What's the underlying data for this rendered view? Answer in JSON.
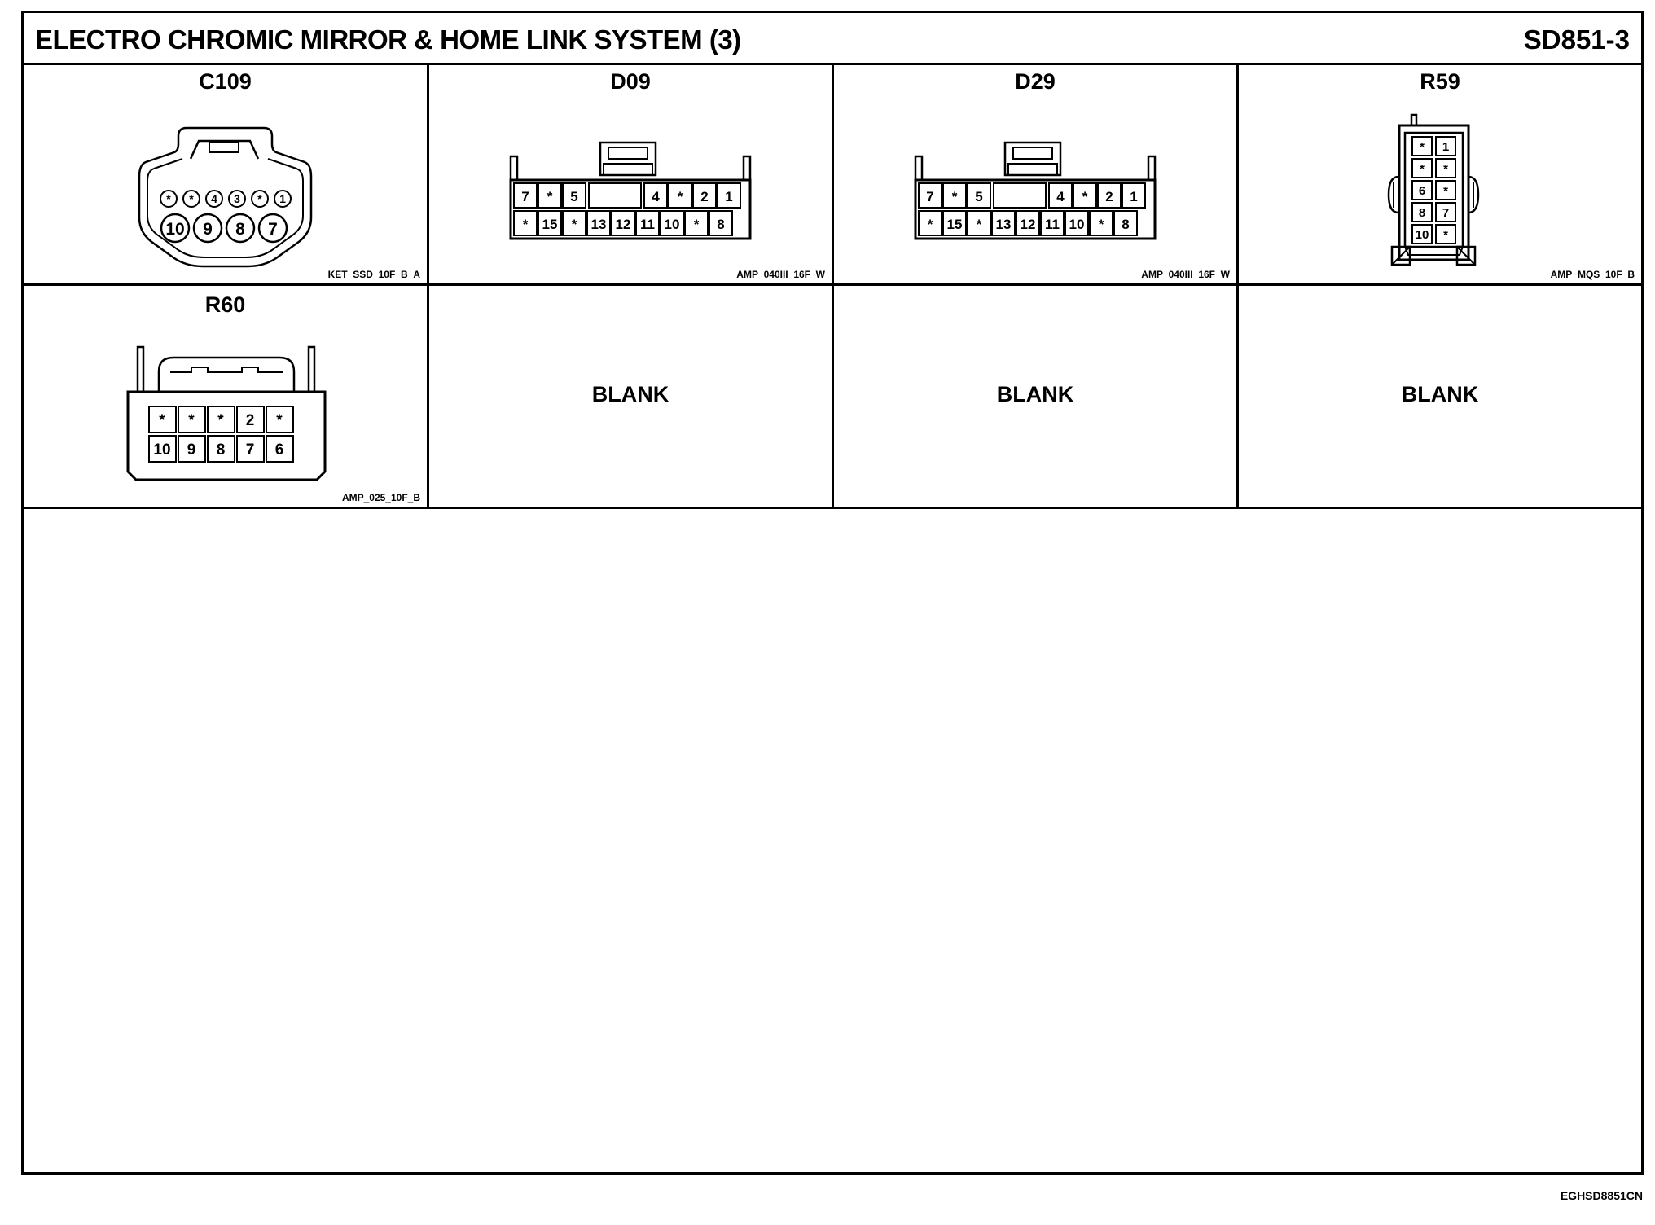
{
  "header": {
    "title": "ELECTRO CHROMIC MIRROR & HOME LINK SYSTEM (3)",
    "code": "SD851-3"
  },
  "connectors": [
    {
      "name": "C109",
      "type": "KET_SSD_10F_B_A",
      "top_pins": [
        "*",
        "*",
        "4",
        "3",
        "*",
        "1"
      ],
      "bottom_pins": [
        "10",
        "9",
        "8",
        "7"
      ]
    },
    {
      "name": "D09",
      "type": "AMP_040III_16F_W",
      "top_left_pins": [
        "7",
        "*",
        "5"
      ],
      "top_right_pins": [
        "4",
        "*",
        "2",
        "1"
      ],
      "bottom_pins": [
        "*",
        "15",
        "*",
        "13",
        "12",
        "11",
        "10",
        "*",
        "8"
      ]
    },
    {
      "name": "D29",
      "type": "AMP_040III_16F_W",
      "top_left_pins": [
        "7",
        "*",
        "5"
      ],
      "top_right_pins": [
        "4",
        "*",
        "2",
        "1"
      ],
      "bottom_pins": [
        "*",
        "15",
        "*",
        "13",
        "12",
        "11",
        "10",
        "*",
        "8"
      ]
    },
    {
      "name": "R59",
      "type": "AMP_MQS_10F_B",
      "pin_rows": [
        [
          "*",
          "1"
        ],
        [
          "*",
          "*"
        ],
        [
          "6",
          "*"
        ],
        [
          "8",
          "7"
        ],
        [
          "10",
          "*"
        ]
      ]
    },
    {
      "name": "R60",
      "type": "AMP_025_10F_B",
      "top_pins": [
        "*",
        "*",
        "*",
        "2",
        "*"
      ],
      "bottom_pins": [
        "10",
        "9",
        "8",
        "7",
        "6"
      ]
    }
  ],
  "blank_label": "BLANK",
  "footer_code": "EGHSD8851CN"
}
